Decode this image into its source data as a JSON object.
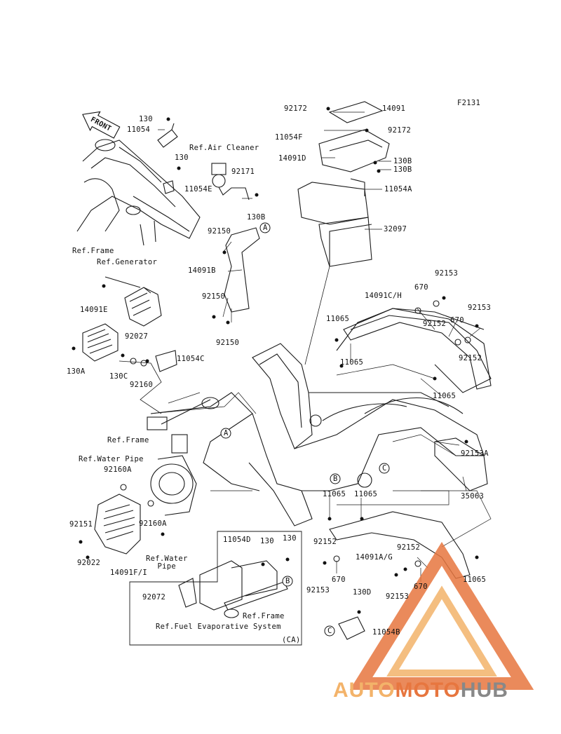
{
  "diagram_code": "F2131",
  "front_arrow_label": "FRONT",
  "references": {
    "air_cleaner": "Ref.Air Cleaner",
    "frame_top": "Ref.Frame",
    "generator": "Ref.Generator",
    "frame_mid": "Ref.Frame",
    "water_pipe_top": "Ref.Water Pipe",
    "water_pipe_bottom": "Ref.Water\nPipe",
    "frame_inset": "Ref.Frame",
    "fuel_evap": "Ref.Fuel Evaporative System",
    "ca": "(CA)"
  },
  "callouts": [
    "A",
    "A",
    "B",
    "B",
    "C",
    "C"
  ],
  "parts": [
    "130",
    "11054",
    "130",
    "11054E",
    "92171",
    "130B",
    "92172",
    "14091",
    "92172",
    "11054F",
    "14091D",
    "130B",
    "130B",
    "11054A",
    "32097",
    "92150",
    "14091B",
    "92150",
    "92150",
    "14091E",
    "92027",
    "130A",
    "130C",
    "92160",
    "11054C",
    "92153",
    "670",
    "14091C/H",
    "92152",
    "670",
    "92153",
    "11065",
    "92152",
    "11065",
    "11065",
    "92153A",
    "35063",
    "92160A",
    "92160A",
    "92151",
    "92022",
    "14091F/I",
    "11065",
    "11065",
    "92152",
    "14091A/G",
    "670",
    "92153",
    "92152",
    "670",
    "92153",
    "11065",
    "11054D",
    "130",
    "130",
    "92072",
    "130D",
    "11054B"
  ],
  "watermark": {
    "part1": "AUTO",
    "part2": "MOTO",
    "part3": "HUB"
  },
  "colors": {
    "line": "#1a1a1a",
    "logo_orange": "#e7763f",
    "logo_light": "#f3b36a",
    "logo_grey": "#888888"
  }
}
